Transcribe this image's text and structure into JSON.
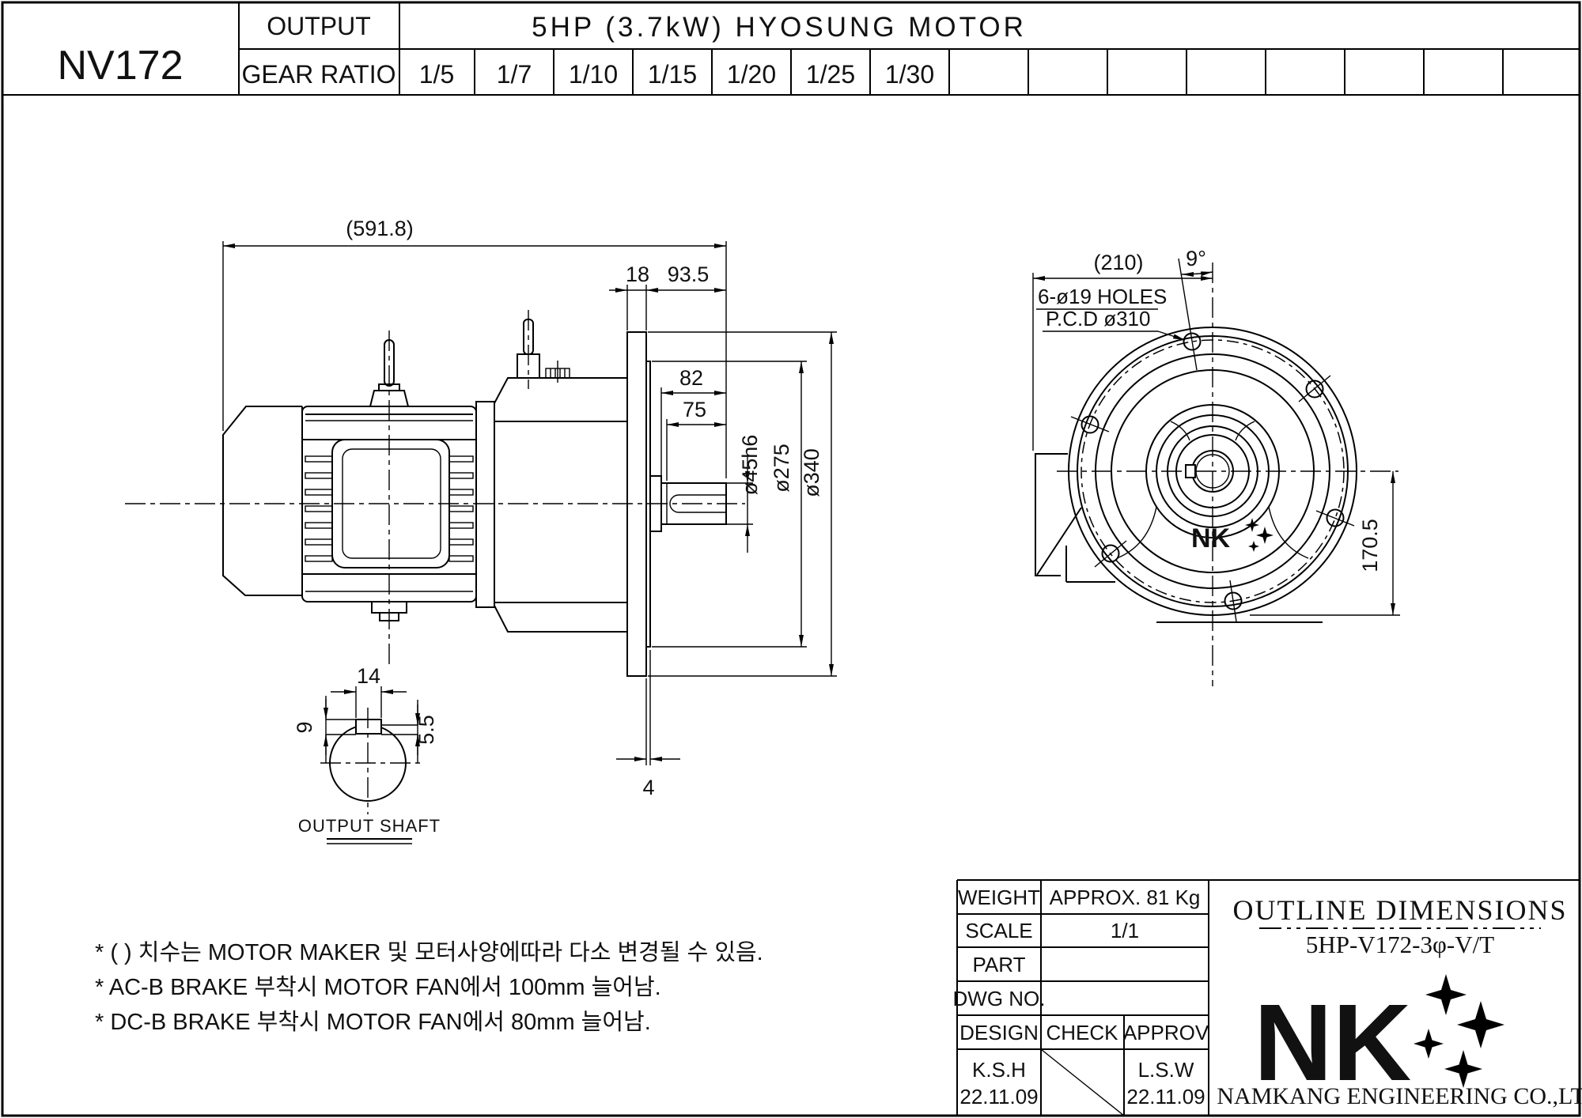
{
  "header": {
    "model": "NV172",
    "output_label": "OUTPUT",
    "motor_spec": "5HP (3.7kW) HYOSUNG MOTOR",
    "gear_ratio_label": "GEAR RATIO",
    "gear_ratios": [
      "1/5",
      "1/7",
      "1/10",
      "1/15",
      "1/20",
      "1/25",
      "1/30"
    ]
  },
  "side_view": {
    "dim_overall": "(591.8)",
    "dim_flange_thickness": "18",
    "dim_shaft_extension": "93.5",
    "dim_shaft_82": "82",
    "dim_shaft_75": "75",
    "dim_plate_4": "4",
    "dim_shaft_dia": "ø45h6",
    "dim_spigot_dia": "ø275",
    "dim_flange_dia": "ø340"
  },
  "shaft_detail": {
    "caption": "OUTPUT SHAFT",
    "dim_key_width": "14",
    "dim_key_height": "9",
    "dim_key_depth": "5.5"
  },
  "front_view": {
    "dim_width": "(210)",
    "dim_angle": "9°",
    "holes_label": "6-ø19 HOLES",
    "pcd_label": "P.C.D ø310",
    "dim_vertical": "170.5",
    "logo": "NK"
  },
  "notes": {
    "line1": "* (  ) 치수는 MOTOR MAKER 및 모터사양에따라 다소 변경될 수 있음.",
    "line2": "* AC-B BRAKE 부착시 MOTOR FAN에서 100mm 늘어남.",
    "line3": "* DC-B BRAKE 부착시 MOTOR FAN에서 80mm 늘어남."
  },
  "title_block": {
    "weight_label": "WEIGHT",
    "weight_value": "APPROX. 81 Kg",
    "scale_label": "SCALE",
    "scale_value": "1/1",
    "part_label": "PART",
    "dwg_no_label": "DWG NO.",
    "design_label": "DESIGN",
    "check_label": "CHECK",
    "approv_label": "APPROV",
    "design_name": "K.S.H",
    "design_date": "22.11.09",
    "approv_name": "L.S.W",
    "approv_date": "22.11.09",
    "doc_title": "OUTLINE DIMENSIONS",
    "doc_code": "5HP-V172-3φ-V/T",
    "brand": "NK",
    "company": "NAMKANG ENGINEERING CO.,LTD"
  }
}
